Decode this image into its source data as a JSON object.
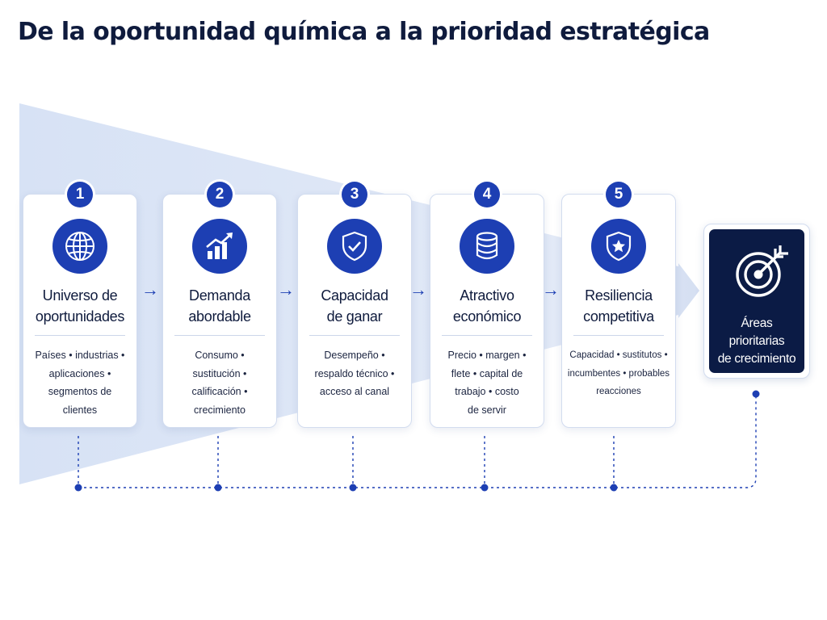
{
  "title": "De la oportunidad química a la prioridad estratégica",
  "colors": {
    "primary": "#1d3fb3",
    "dark_navy": "#0b1b45",
    "funnel": "#dde6f6",
    "card_border": "#d2dcef"
  },
  "steps": [
    {
      "number": "1",
      "icon": "globe-icon",
      "title_lines": [
        "Universo de",
        "oportunidades"
      ],
      "desc_lines": [
        "Países • industrias •",
        "aplicaciones •",
        "segmentos de clientes"
      ]
    },
    {
      "number": "2",
      "icon": "growth-chart-icon",
      "title_lines": [
        "Demanda",
        "abordable"
      ],
      "desc_lines": [
        "Consumo •",
        "sustitución •",
        "calificación •",
        "crecimiento"
      ]
    },
    {
      "number": "3",
      "icon": "shield-check-icon",
      "title_lines": [
        "Capacidad",
        "de ganar"
      ],
      "desc_lines": [
        "Desempeño •",
        "respaldo técnico •",
        "acceso al canal"
      ]
    },
    {
      "number": "4",
      "icon": "database-icon",
      "title_lines": [
        "Atractivo",
        "económico"
      ],
      "desc_lines": [
        "Precio • margen •",
        "flete • capital de",
        "trabajo • costo",
        "de servir"
      ]
    },
    {
      "number": "5",
      "icon": "shield-star-icon",
      "title_lines": [
        "Resiliencia",
        "competitiva"
      ],
      "desc_lines": [
        "Capacidad • sustitutos •",
        "incumbentes • probables",
        "reacciones"
      ]
    }
  ],
  "arrow_glyph": "→",
  "target": {
    "icon": "target-arrow-icon",
    "label_lines": [
      "Áreas",
      "prioritarias",
      "de crecimiento"
    ]
  }
}
